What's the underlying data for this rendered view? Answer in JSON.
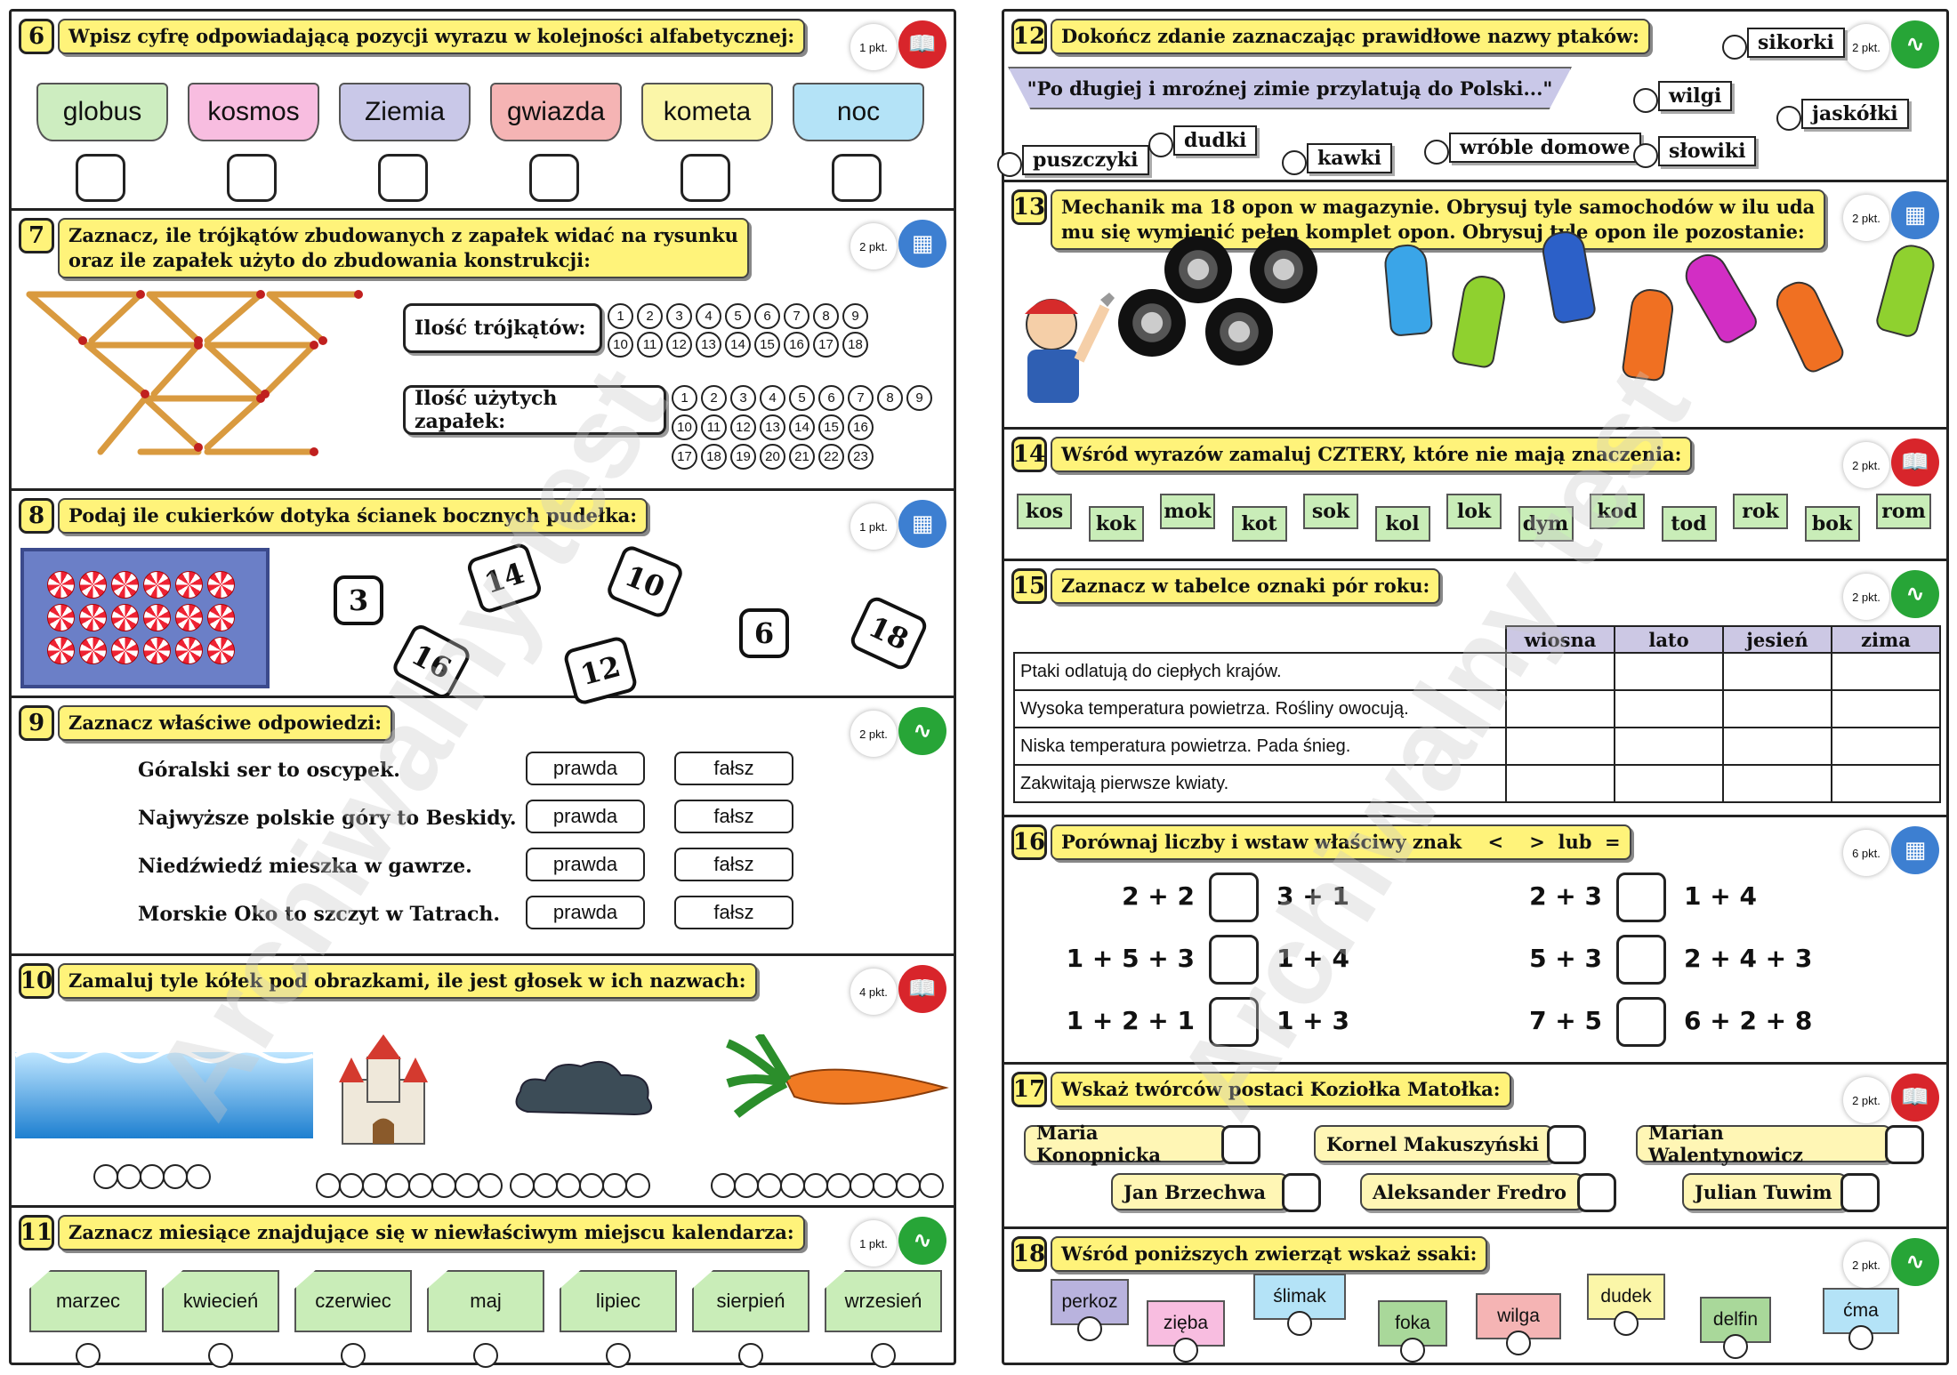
{
  "watermark": "Archiwalny test",
  "q6": {
    "num": "6",
    "text": "Wpisz cyfrę odpowiadającą pozycji wyrazu w kolejności alfabetycznej:",
    "points": "1 pkt.",
    "icon": "book-icon",
    "words": [
      {
        "w": "globus",
        "c": "#cdedc0"
      },
      {
        "w": "kosmos",
        "c": "#f8bde0"
      },
      {
        "w": "Ziemia",
        "c": "#c9c8e8"
      },
      {
        "w": "gwiazda",
        "c": "#f5b4b4"
      },
      {
        "w": "kometa",
        "c": "#fbf6a8"
      },
      {
        "w": "noc",
        "c": "#b4e3f7"
      }
    ]
  },
  "q7": {
    "num": "7",
    "text1": "Zaznacz, ile trójkątów zbudowanych z zapałek widać na rysunku",
    "text2": "oraz ile zapałek użyto do zbudowania konstrukcji:",
    "points": "2 pkt.",
    "icon": "calculator-icon",
    "label_tri": "Ilość trójkątów:",
    "label_match": "Ilość użytych zapałek:",
    "tri_row1": [
      "1",
      "2",
      "3",
      "4",
      "5",
      "6",
      "7",
      "8",
      "9"
    ],
    "tri_row2": [
      "10",
      "11",
      "12",
      "13",
      "14",
      "15",
      "16",
      "17",
      "18"
    ],
    "m_row1": [
      "1",
      "2",
      "3",
      "4",
      "5",
      "6",
      "7",
      "8",
      "9"
    ],
    "m_row2": [
      "10",
      "11",
      "12",
      "13",
      "14",
      "15",
      "16"
    ],
    "m_row3": [
      "17",
      "18",
      "19",
      "20",
      "21",
      "22",
      "23"
    ]
  },
  "q8": {
    "num": "8",
    "text": "Podaj ile cukierków dotyka ścianek bocznych pudełka:",
    "points": "1 pkt.",
    "icon": "calculator-icon",
    "tiles": [
      "3",
      "14",
      "16",
      "10",
      "12",
      "6",
      "18"
    ]
  },
  "q9": {
    "num": "9",
    "text": "Zaznacz właściwe odpowiedzi:",
    "points": "2 pkt.",
    "icon": "dolphin-icon",
    "true_label": "prawda",
    "false_label": "fałsz",
    "statements": [
      "Góralski ser to oscypek.",
      "Najwyższe polskie góry to Beskidy.",
      "Niedźwiedź mieszka w gawrze.",
      "Morskie Oko to szczyt w Tatrach."
    ]
  },
  "q10": {
    "num": "10",
    "text": "Zamaluj tyle kółek pod obrazkami, ile jest głosek w ich nazwach:",
    "points": "4 pkt.",
    "icon": "book-icon"
  },
  "q11": {
    "num": "11",
    "text": "Zaznacz miesiące znajdujące się w niewłaściwym miejscu kalendarza:",
    "points": "1 pkt.",
    "icon": "dolphin-icon",
    "months": [
      "marzec",
      "kwiecień",
      "czerwiec",
      "maj",
      "lipiec",
      "sierpień",
      "wrzesień"
    ]
  },
  "q12": {
    "num": "12",
    "text": "Dokończ zdanie zaznaczając prawidłowe nazwy ptaków:",
    "points": "2 pkt.",
    "icon": "dolphin-icon",
    "sentence": "\"Po długiej i mroźnej zimie przylatują do Polski...\"",
    "birds": [
      "sikorki",
      "wilgi",
      "jaskółki",
      "puszczyki",
      "dudki",
      "kawki",
      "wróble domowe",
      "słowiki"
    ]
  },
  "q13": {
    "num": "13",
    "text1": "Mechanik ma 18 opon w magazynie. Obrysuj tyle samochodów w ilu uda",
    "text2": "mu się wymienić pełen komplet opon. Obrysuj tyle opon ile pozostanie:",
    "points": "2 pkt.",
    "icon": "calculator-icon"
  },
  "q14": {
    "num": "14",
    "text": "Wśród wyrazów zamaluj CZTERY, które nie mają znaczenia:",
    "points": "2 pkt.",
    "icon": "book-icon",
    "words": [
      "kos",
      "kok",
      "mok",
      "kot",
      "sok",
      "kol",
      "lok",
      "dym",
      "kod",
      "tod",
      "rok",
      "bok",
      "rom"
    ]
  },
  "q15": {
    "num": "15",
    "text": "Zaznacz w tabelce oznaki pór roku:",
    "points": "2 pkt.",
    "icon": "dolphin-icon",
    "headers": [
      "wiosna",
      "lato",
      "jesień",
      "zima"
    ],
    "rows": [
      "Ptaki odlatują do ciepłych krajów.",
      "Wysoka temperatura powietrza. Rośliny owocują.",
      "Niska temperatura powietrza. Pada śnieg.",
      "Zakwitają pierwsze kwiaty."
    ]
  },
  "q16": {
    "num": "16",
    "text": "Porównaj liczby i wstaw właściwy znak    <    >  lub  =",
    "points": "6 pkt.",
    "icon": "calculator-icon",
    "pairs": [
      [
        "2 + 2",
        "3 + 1"
      ],
      [
        "1 + 5 + 3",
        "1 + 4"
      ],
      [
        "1 + 2 + 1",
        "1 + 3"
      ],
      [
        "2 + 3",
        "1 + 4"
      ],
      [
        "5 + 3",
        "2 + 4 + 3"
      ],
      [
        "7 + 5",
        "6 + 2 + 8"
      ]
    ]
  },
  "q17": {
    "num": "17",
    "text": "Wskaż twórców postaci Koziołka Matołka:",
    "points": "2 pkt.",
    "icon": "book-icon",
    "names": [
      "Maria Konopnicka",
      "Kornel  Makuszyński",
      "Marian Walentynowicz",
      "Jan Brzechwa",
      "Aleksander Fredro",
      "Julian Tuwim"
    ]
  },
  "q18": {
    "num": "18",
    "text": "Wśród poniższych zwierząt wskaż ssaki:",
    "points": "2 pkt.",
    "icon": "dolphin-icon",
    "animals": [
      {
        "n": "perkoz",
        "c": "#b9b3de"
      },
      {
        "n": "zięba",
        "c": "#f8bde0"
      },
      {
        "n": "ślimak",
        "c": "#b4e3f7"
      },
      {
        "n": "foka",
        "c": "#a9d89a"
      },
      {
        "n": "wilga",
        "c": "#f5b4b4"
      },
      {
        "n": "dudek",
        "c": "#fbf6a8"
      },
      {
        "n": "delfin",
        "c": "#a9d89a"
      },
      {
        "n": "ćma",
        "c": "#b4e3f7"
      }
    ]
  }
}
